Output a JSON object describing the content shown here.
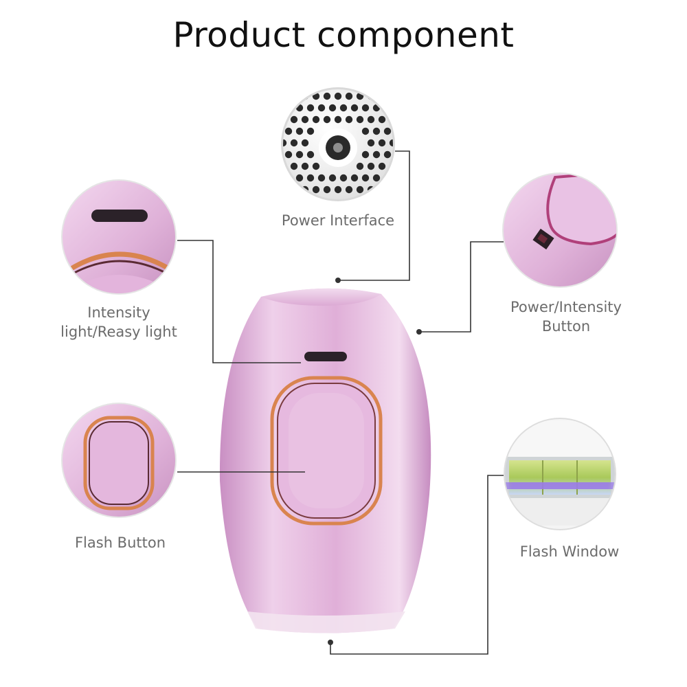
{
  "title": "Product component",
  "labels": {
    "power_interface": "Power Interface",
    "intensity_light_1": "Intensity",
    "intensity_light_2": "light/Reasy light",
    "power_button_1": "Power/Intensity",
    "power_button_2": "Button",
    "flash_button": "Flash Button",
    "flash_window": "Flash Window"
  },
  "colors": {
    "body_pink": "#e3b4dc",
    "ring_copper": "#d9844f",
    "leader_line": "#333333",
    "flash_green": "#b8d36a",
    "flash_violet": "#9a7be8"
  }
}
